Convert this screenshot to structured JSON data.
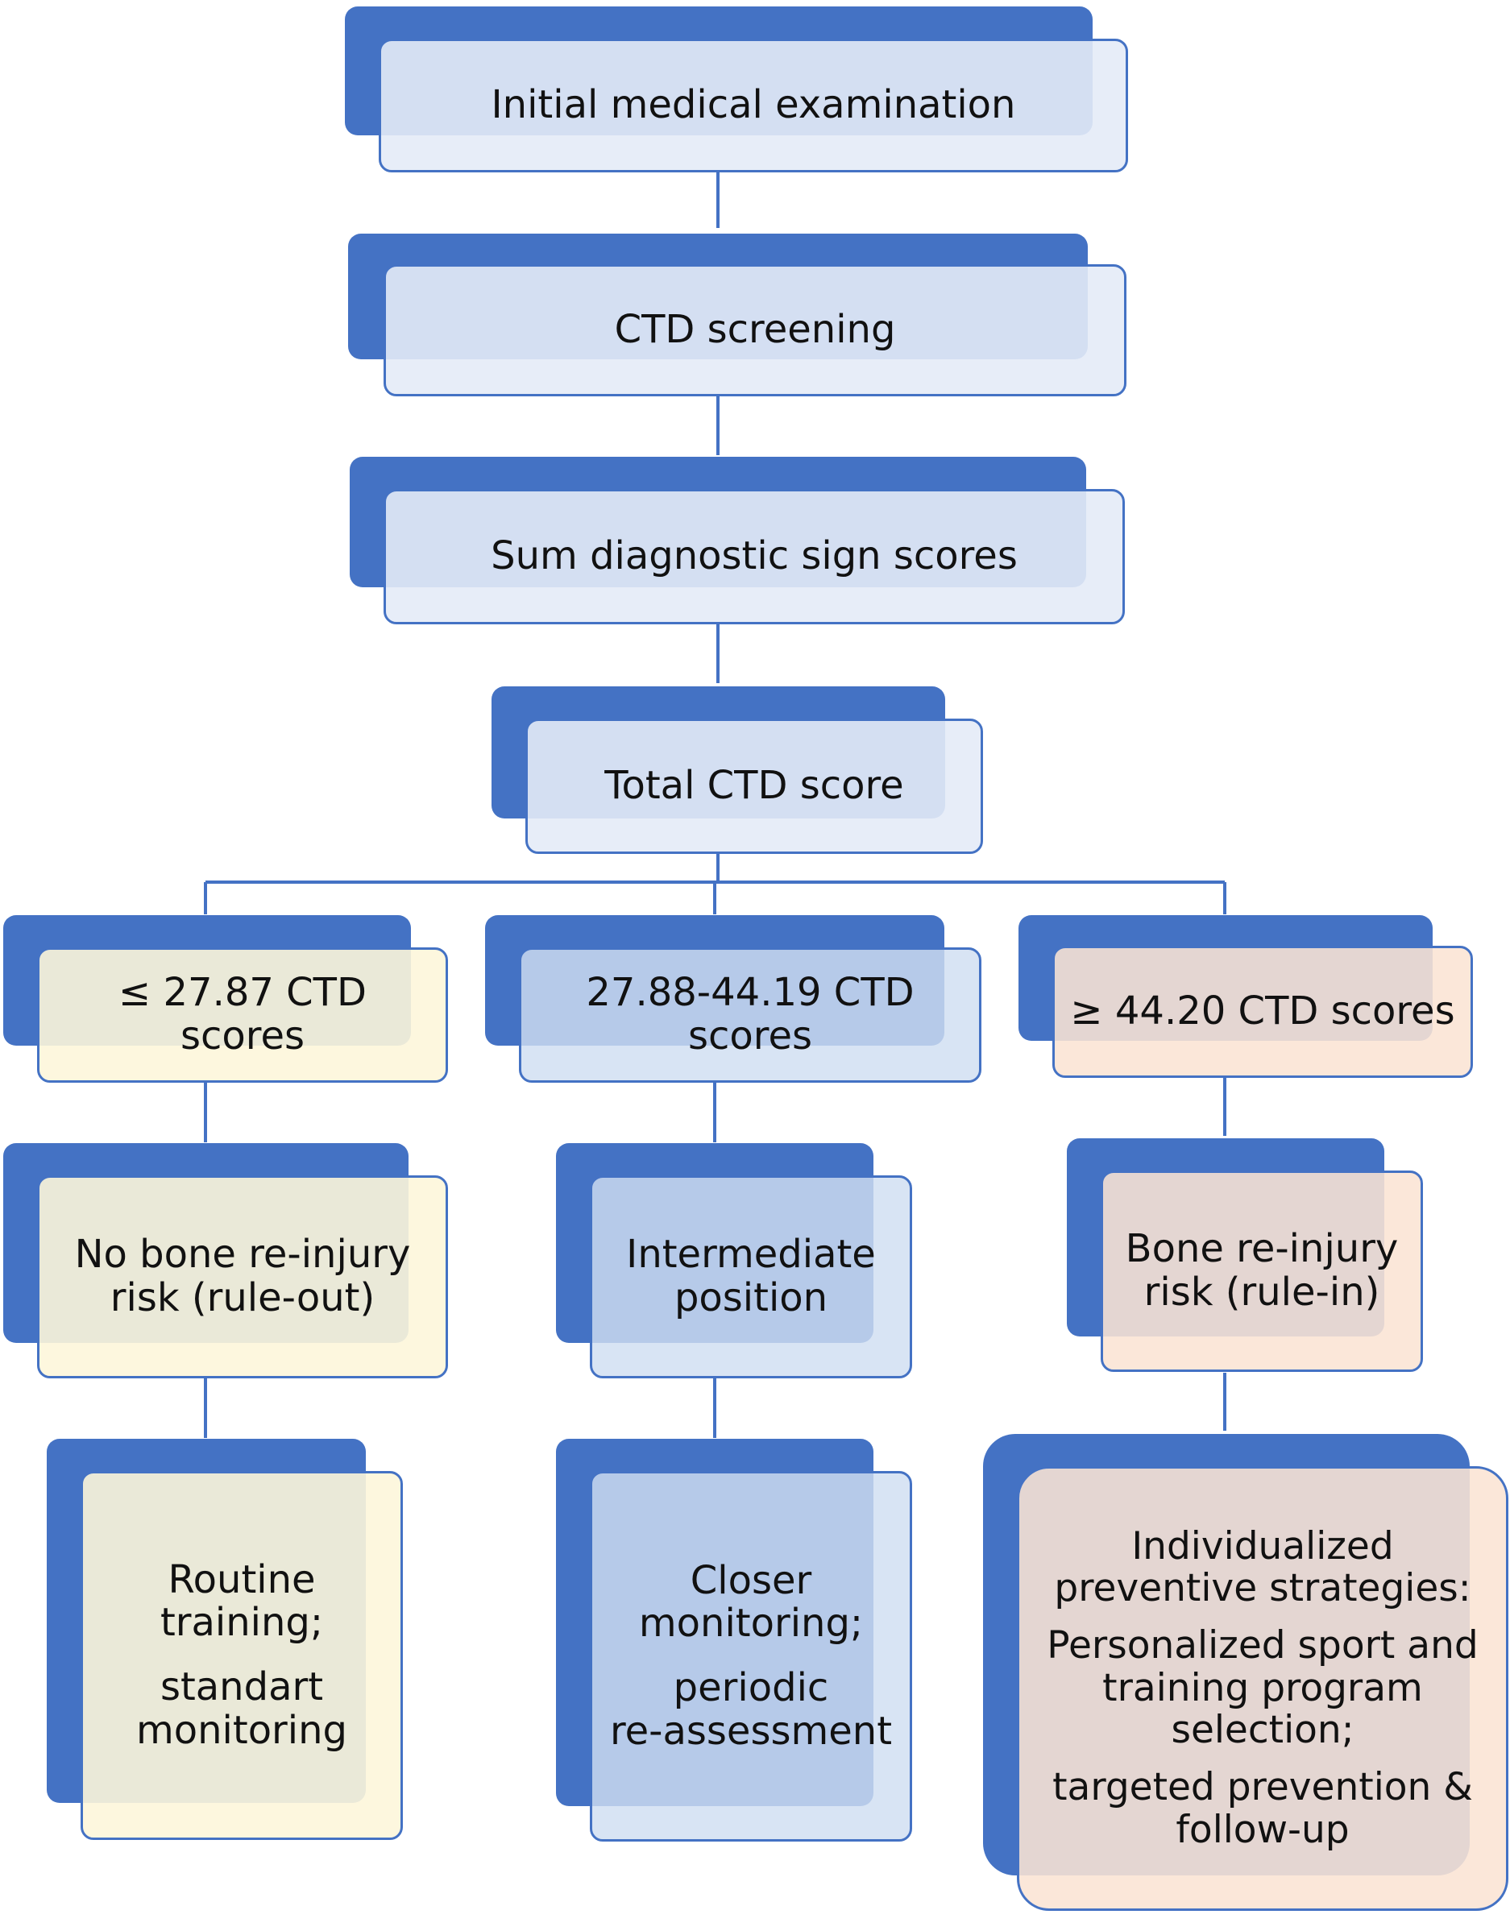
{
  "colors": {
    "accent": "#4472C4",
    "box_default": "#E4EBF7",
    "low_risk": "#FDF6DA",
    "intermediate": "#CFDEF2",
    "high_risk": "#FAE4D4"
  },
  "steps": {
    "initial_exam": "Initial medical examination",
    "ctd_screening": "CTD screening",
    "sum_scores": "Sum diagnostic sign scores",
    "total_score": "Total CTD score"
  },
  "branches": {
    "low": {
      "threshold": "≤ 27.87 CTD scores",
      "outcome_line1": "No bone re-injury",
      "outcome_line2": "risk (rule-out)",
      "action_line1": "Routine",
      "action_line2": "training;",
      "action_line3": "standart",
      "action_line4": "monitoring"
    },
    "mid": {
      "threshold": "27.88-44.19 CTD scores",
      "outcome_line1": "Intermediate",
      "outcome_line2": "position",
      "action_line1": "Closer",
      "action_line2": "monitoring;",
      "action_line3": "periodic",
      "action_line4": "re-assessment"
    },
    "high": {
      "threshold": "≥ 44.20 CTD scores",
      "outcome_line1": "Bone re-injury",
      "outcome_line2": "risk (rule-in)",
      "action_line1": "Individualized",
      "action_line2": "preventive strategies:",
      "action_line3": "Personalized sport and",
      "action_line4": "training program",
      "action_line5": "selection;",
      "action_line6": "targeted prevention &",
      "action_line7": "follow-up"
    }
  }
}
